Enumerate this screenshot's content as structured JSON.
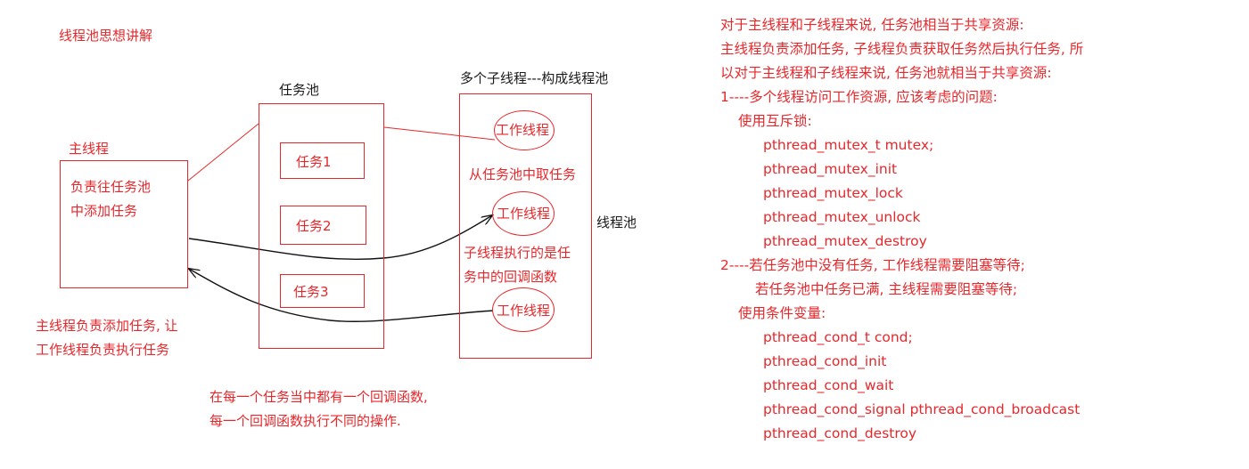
{
  "diagram": {
    "heading": "线程池思想讲解",
    "main_thread": {
      "title": "主线程",
      "box_line1": "负责往任务池",
      "box_line2": "中添加任务",
      "caption_line1": "主线程负责添加任务, 让",
      "caption_line2": "工作线程负责执行任务"
    },
    "task_pool": {
      "title": "任务池",
      "tasks": [
        "任务1",
        "任务2",
        "任务3"
      ]
    },
    "thread_pool": {
      "title": "多个子线程---构成线程池",
      "side_label": "线程池",
      "workers": [
        "工作线程",
        "工作线程",
        "工作线程"
      ],
      "fetch_label": "从任务池中取任务",
      "exec_line1": "子线程执行的是任",
      "exec_line2": "务中的回调函数"
    },
    "bottom_note_line1": "在每一个任务当中都有一个回调函数,",
    "bottom_note_line2": "每一个回调函数执行不同的操作."
  },
  "notes": {
    "line1": "对于主线程和子线程来说, 任务池相当于共享资源:",
    "line2": "主线程负责添加任务, 子线程负责获取任务然后执行任务, 所",
    "line3": "以对于主线程和子线程来说, 任务池就相当于共享资源:",
    "section1_title": "1----多个线程访问工作资源, 应该考虑的问题:",
    "mutex_label": "使用互斥锁:",
    "mutex_items": [
      "pthread_mutex_t mutex;",
      "pthread_mutex_init",
      "pthread_mutex_lock",
      "pthread_mutex_unlock",
      "pthread_mutex_destroy"
    ],
    "section2_title": "2----若任务池中没有任务, 工作线程需要阻塞等待;",
    "section2_line2": "若任务池中任务已满, 主线程需要阻塞等待;",
    "cond_label": "使用条件变量:",
    "cond_items": [
      "pthread_cond_t cond;",
      "pthread_cond_init",
      "pthread_cond_wait",
      "pthread_cond_signal pthread_cond_broadcast",
      "pthread_cond_destroy"
    ]
  },
  "colors": {
    "accent_red": "#e8272b",
    "text": "#1a1a1a"
  }
}
